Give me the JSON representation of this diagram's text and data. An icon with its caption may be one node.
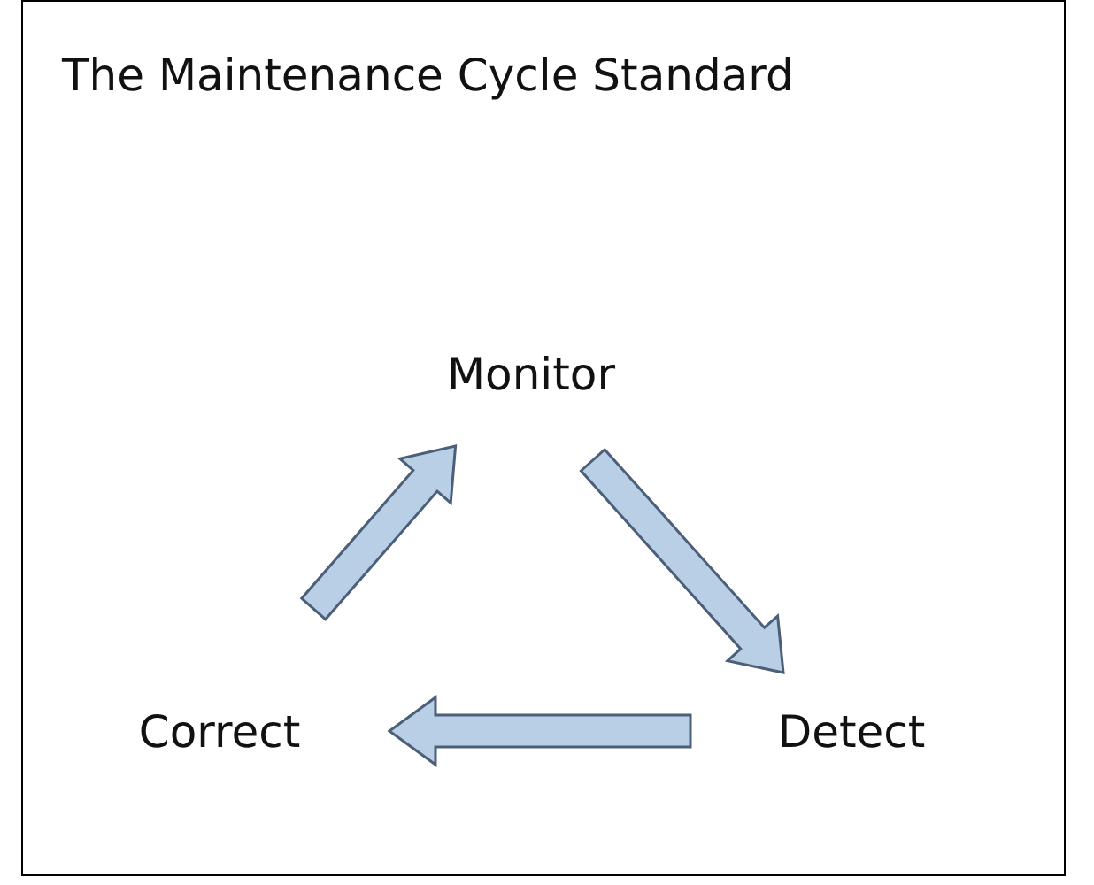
{
  "diagram": {
    "title": "The Maintenance Cycle Standard",
    "nodes": [
      {
        "text": [
          "Monitor"
        ]
      },
      {
        "text": [
          "Detect"
        ]
      },
      {
        "text": [
          "Correct"
        ]
      }
    ],
    "edges": [
      {
        "from": 0,
        "to": 1,
        "arrow": "to"
      },
      {
        "from": 1,
        "to": 2,
        "arrow": "to"
      },
      {
        "from": 2,
        "to": 0,
        "arrow": "to"
      }
    ]
  }
}
